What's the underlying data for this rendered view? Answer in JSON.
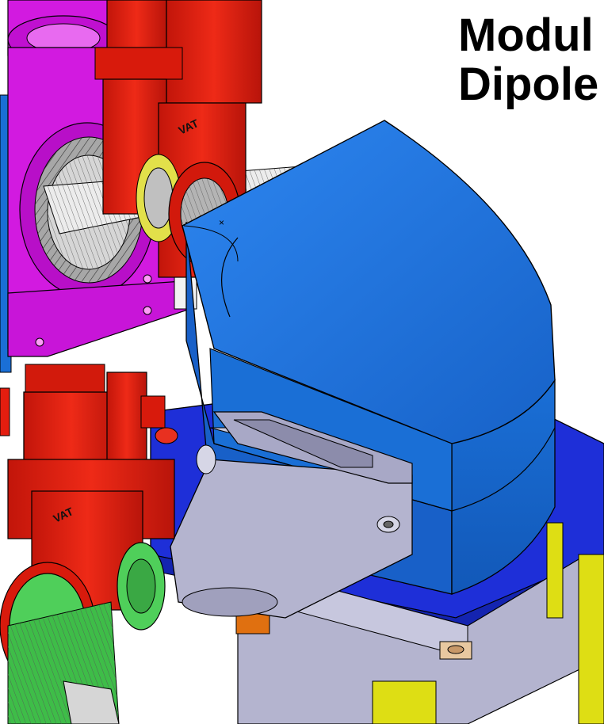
{
  "title": {
    "line1": "Modul",
    "line2": "Dipole"
  },
  "valve_label": "VAT",
  "colors": {
    "magnet_blue": "#1a6fd6",
    "base_plate_blue": "#1e2fd8",
    "gate_valve_red": "#e41d0f",
    "chamber_magenta": "#d21ae0",
    "support_grey": "#b4b4cf",
    "flange_green": "#4fcf5a",
    "stand_yellow": "#dede14",
    "post_orange": "#e07010",
    "background": "#ffffff"
  }
}
